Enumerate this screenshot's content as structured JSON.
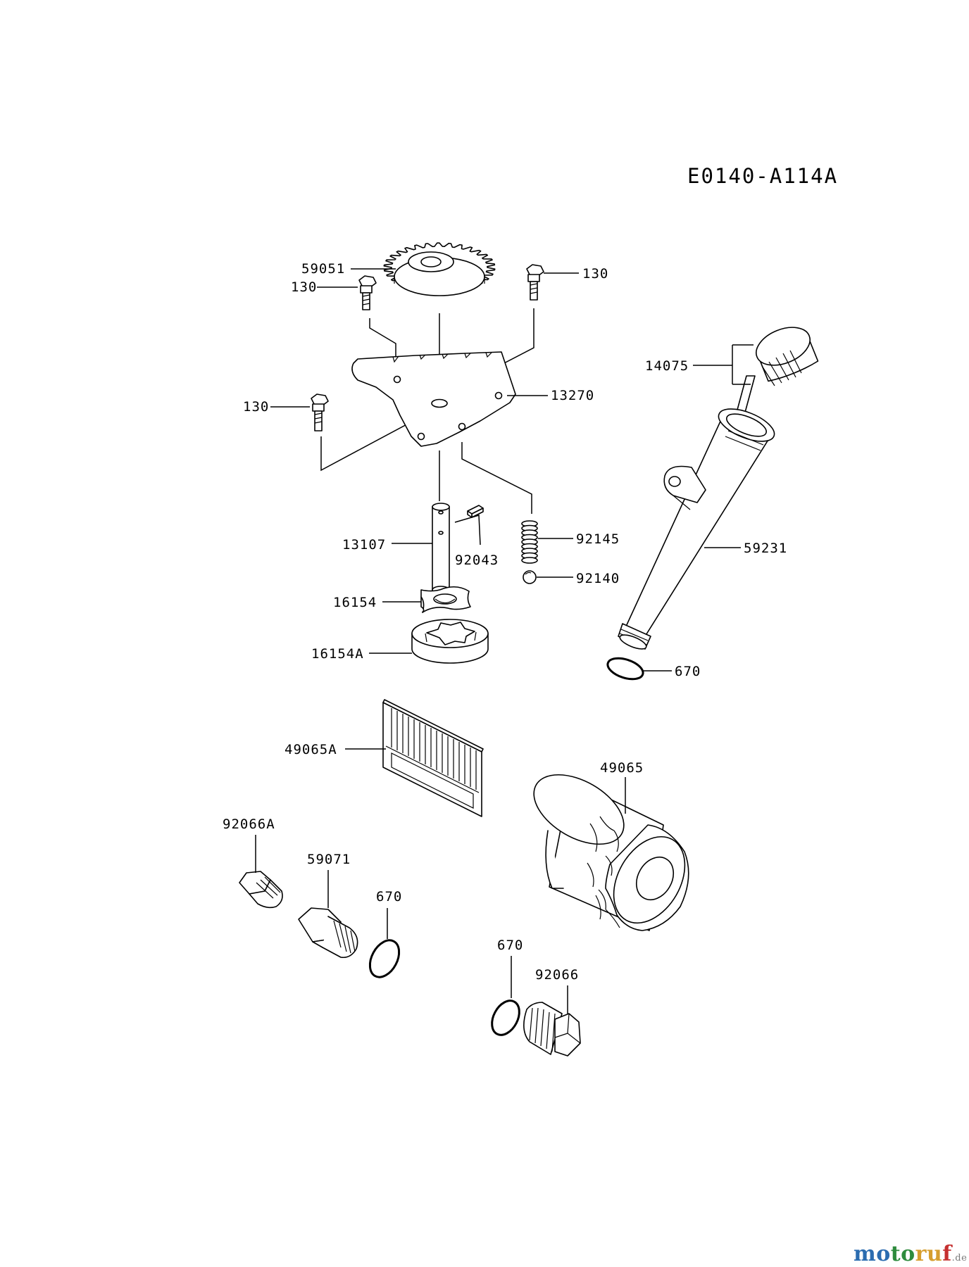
{
  "diagram": {
    "code": "E0140-A114A",
    "callouts": {
      "gear": "59051",
      "bolt_top_left": "130",
      "bolt_top_right": "130",
      "bolt_left": "130",
      "plate": "13270",
      "gauge_cap": "14075",
      "shaft": "13107",
      "pin": "92043",
      "spring": "92145",
      "ball": "92140",
      "inner_rotor": "16154",
      "outer_rotor": "16154A",
      "filler_tube": "59231",
      "oring_tube": "670",
      "screen": "49065A",
      "oil_filter": "49065",
      "plug_a": "92066A",
      "fitting": "59071",
      "oring_fitting": "670",
      "oring_plug": "670",
      "drain_plug": "92066"
    }
  },
  "watermark": {
    "part1": "mo",
    "part2": "to",
    "part3": "ru",
    "part4": "f",
    "suffix": ".de"
  }
}
